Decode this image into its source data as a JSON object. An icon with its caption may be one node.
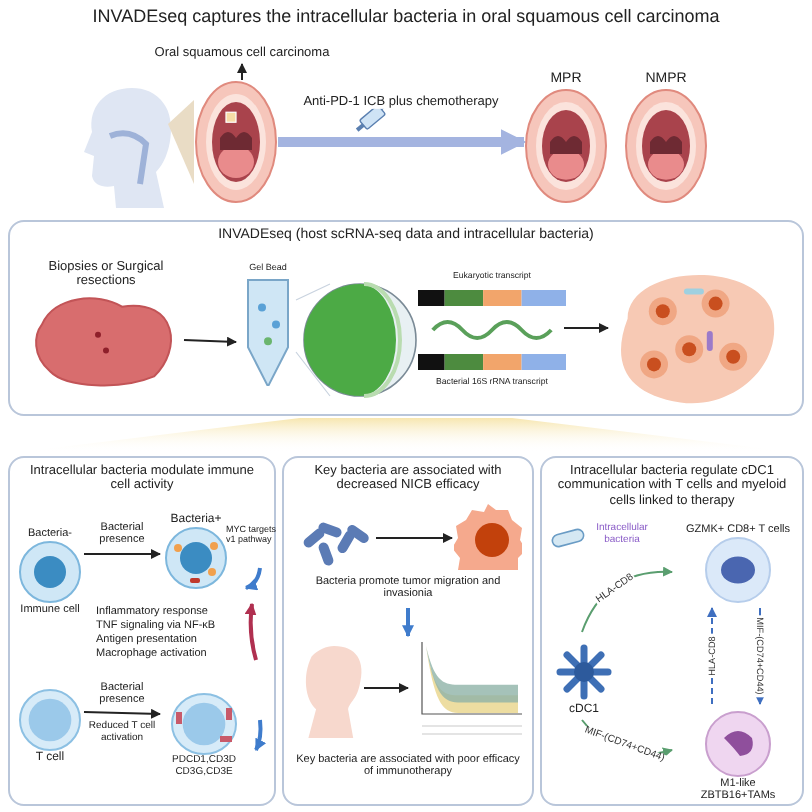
{
  "diagram": {
    "title": "INVADEseq captures the intracellular bacteria in oral squamous cell carcinoma",
    "nodes": [
      {
        "text": [
          "Oral squamous cell carcinoma"
        ]
      },
      {
        "text": [],
        "shape": "picture"
      },
      {
        "text": [
          "MPR"
        ]
      },
      {
        "text": [
          "NMPR"
        ]
      },
      {
        "text": [
          "INVADEseq (host scRNA-seq data and intracellular bacteria)"
        ]
      },
      {
        "text": [
          "Biopsies or Surgical resections"
        ],
        "in": 4
      },
      {
        "text": [
          "Gel Bead"
        ],
        "in": 4
      },
      {
        "text": [
          "Eukaryotic transcript",
          "Bacterial 16S rRNA transcript"
        ],
        "in": 4
      },
      {
        "text": [],
        "shape": "picture",
        "in": 4
      },
      {
        "text": [
          "Intracellular bacteria modulate immune cell activity"
        ]
      },
      {
        "text": [
          "Bacteria-",
          "Immune cell"
        ],
        "in": 9
      },
      {
        "text": [
          "Bacteria+"
        ],
        "in": 9
      },
      {
        "text": [
          "T cell"
        ],
        "in": 9
      },
      {
        "text": [],
        "shape": "picture",
        "in": 9,
        "beside": [
          "PDCD1,CD3D CD3G,CD3E"
        ]
      },
      {
        "text": [
          "Key bacteria are associated with decreased NICB efficacy"
        ]
      },
      {
        "text": [],
        "shape": "picture",
        "in": 14
      },
      {
        "text": [],
        "shape": "picture",
        "in": 14
      },
      {
        "text": [],
        "shape": "person",
        "in": 14
      },
      {
        "text": [],
        "shape": "picture",
        "in": 14
      },
      {
        "text": [
          "Intracellular bacteria regulate cDC1 communication with T cells and myeloid cells linked to therapy"
        ]
      },
      {
        "text": [
          "cDC1"
        ],
        "in": 19
      },
      {
        "text": [
          "GZMK+ CD8+ T cells"
        ],
        "in": 19
      },
      {
        "text": [
          "M1-like ZBTB16+TAMs"
        ],
        "in": 19
      }
    ],
    "edges": [
      {
        "from": 1,
        "to": 0,
        "arrow": "to"
      },
      {
        "from": 1,
        "to": 2,
        "arrow": "to",
        "label": "Anti-PD-1 ICB plus chemotherapy",
        "style": "thick",
        "color": "#a4b4e0"
      },
      {
        "from": 5,
        "to": 6,
        "arrow": "to"
      },
      {
        "from": 7,
        "to": 8,
        "arrow": "to"
      },
      {
        "from": 10,
        "to": 11,
        "arrow": "to",
        "label": "Bacterial presence"
      },
      {
        "from": 12,
        "to": 13,
        "arrow": "to",
        "label": "Bacterial presence"
      },
      {
        "from": 15,
        "to": 16,
        "arrow": "to"
      },
      {
        "from": 17,
        "to": 18,
        "arrow": "to"
      },
      {
        "from": 20,
        "to": 21,
        "arrow": "to",
        "label": "HLA-CD8",
        "color": "#5a9e6f"
      },
      {
        "from": 20,
        "to": 22,
        "arrow": "to",
        "label": "MIF-(CD74+CD44)",
        "color": "#5a9e6f"
      },
      {
        "from": 21,
        "to": 22,
        "arrow": "to",
        "label": "MIF-(CD74+CD44)",
        "color": "#3f6fc0"
      },
      {
        "from": 22,
        "to": 21,
        "arrow": "to",
        "label": "HLA-CD8",
        "style": "dashed",
        "color": "#3f6fc0"
      }
    ],
    "labels": [
      "MYC targets v1 pathway",
      "Inflammatory response",
      "TNF signaling via NF-κB",
      "Antigen presentation",
      "Macrophage activation",
      "Reduced T cell activation",
      "Bacteria promote tumor migration and invasionia",
      "Key bacteria are associated with poor efficacy of immunotherapy",
      "Intracellular bacteria"
    ]
  }
}
